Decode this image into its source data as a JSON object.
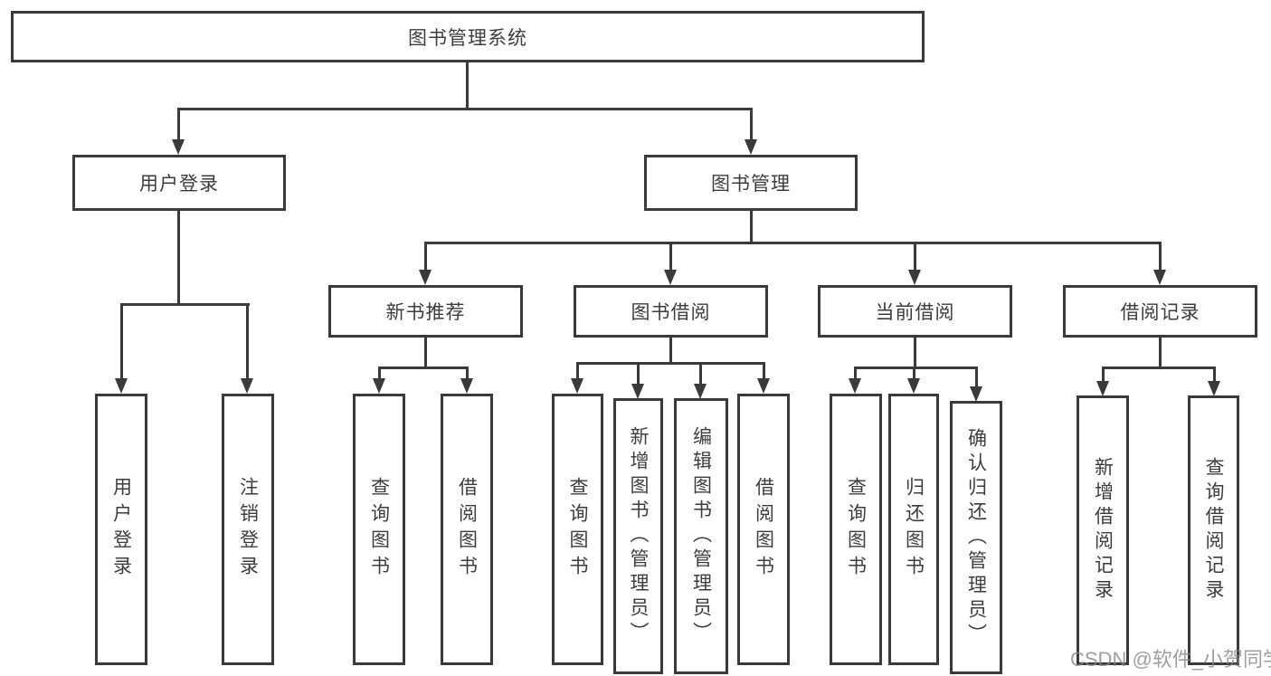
{
  "diagram": {
    "root": {
      "label": "图书管理系统"
    },
    "branches": [
      {
        "label": "用户登录",
        "children": [
          {
            "label": "用户登录"
          },
          {
            "label": "注销登录"
          }
        ]
      },
      {
        "label": "图书管理",
        "children": [
          {
            "label": "新书推荐",
            "children": [
              {
                "label": "查询图书"
              },
              {
                "label": "借阅图书"
              }
            ]
          },
          {
            "label": "图书借阅",
            "children": [
              {
                "label": "查询图书"
              },
              {
                "label": "新增图书（管理员）"
              },
              {
                "label": "编辑图书（管理员）"
              },
              {
                "label": "借阅图书"
              }
            ]
          },
          {
            "label": "当前借阅",
            "children": [
              {
                "label": "查询图书"
              },
              {
                "label": "归还图书"
              },
              {
                "label": "确认归还（管理员）"
              }
            ]
          },
          {
            "label": "借阅记录",
            "children": [
              {
                "label": "新增借阅记录"
              },
              {
                "label": "查询借阅记录"
              }
            ]
          }
        ]
      }
    ],
    "watermark": "CSDN @软件_小贺同学",
    "colors": {
      "line": "#3a3a3a",
      "text": "#3d3d3d",
      "background": "#ffffff",
      "watermark": "#878787"
    }
  }
}
